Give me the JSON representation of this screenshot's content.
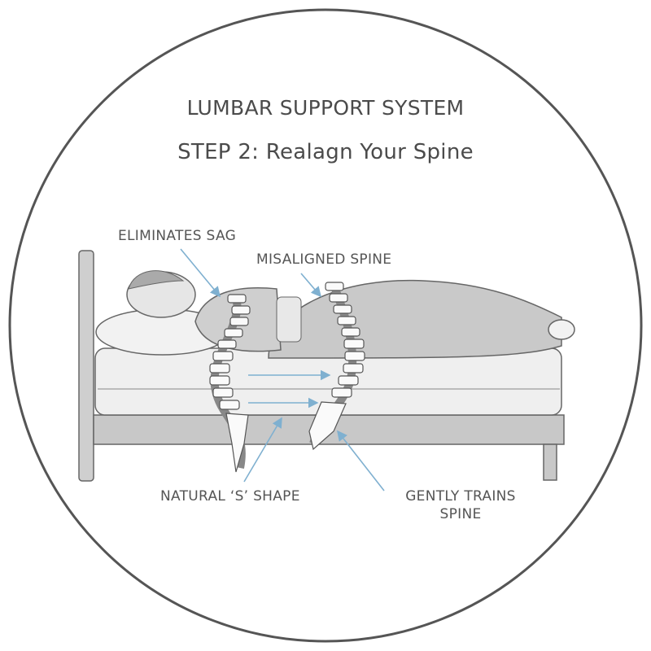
{
  "header": {
    "title": "LUMBAR SUPPORT SYSTEM",
    "subtitle": "STEP 2: Realagn Your Spine"
  },
  "labels": {
    "eliminates_sag": "ELIMINATES SAG",
    "misaligned_spine": "MISALIGNED SPINE",
    "natural_s_shape": "NATURAL ‘S’ SHAPE",
    "gently_trains_line1": "GENTLY TRAINS",
    "gently_trains_line2": "SPINE"
  },
  "colors": {
    "outline": "#555555",
    "arrow": "#7fb0d0",
    "fill": "#d4d4d4"
  }
}
